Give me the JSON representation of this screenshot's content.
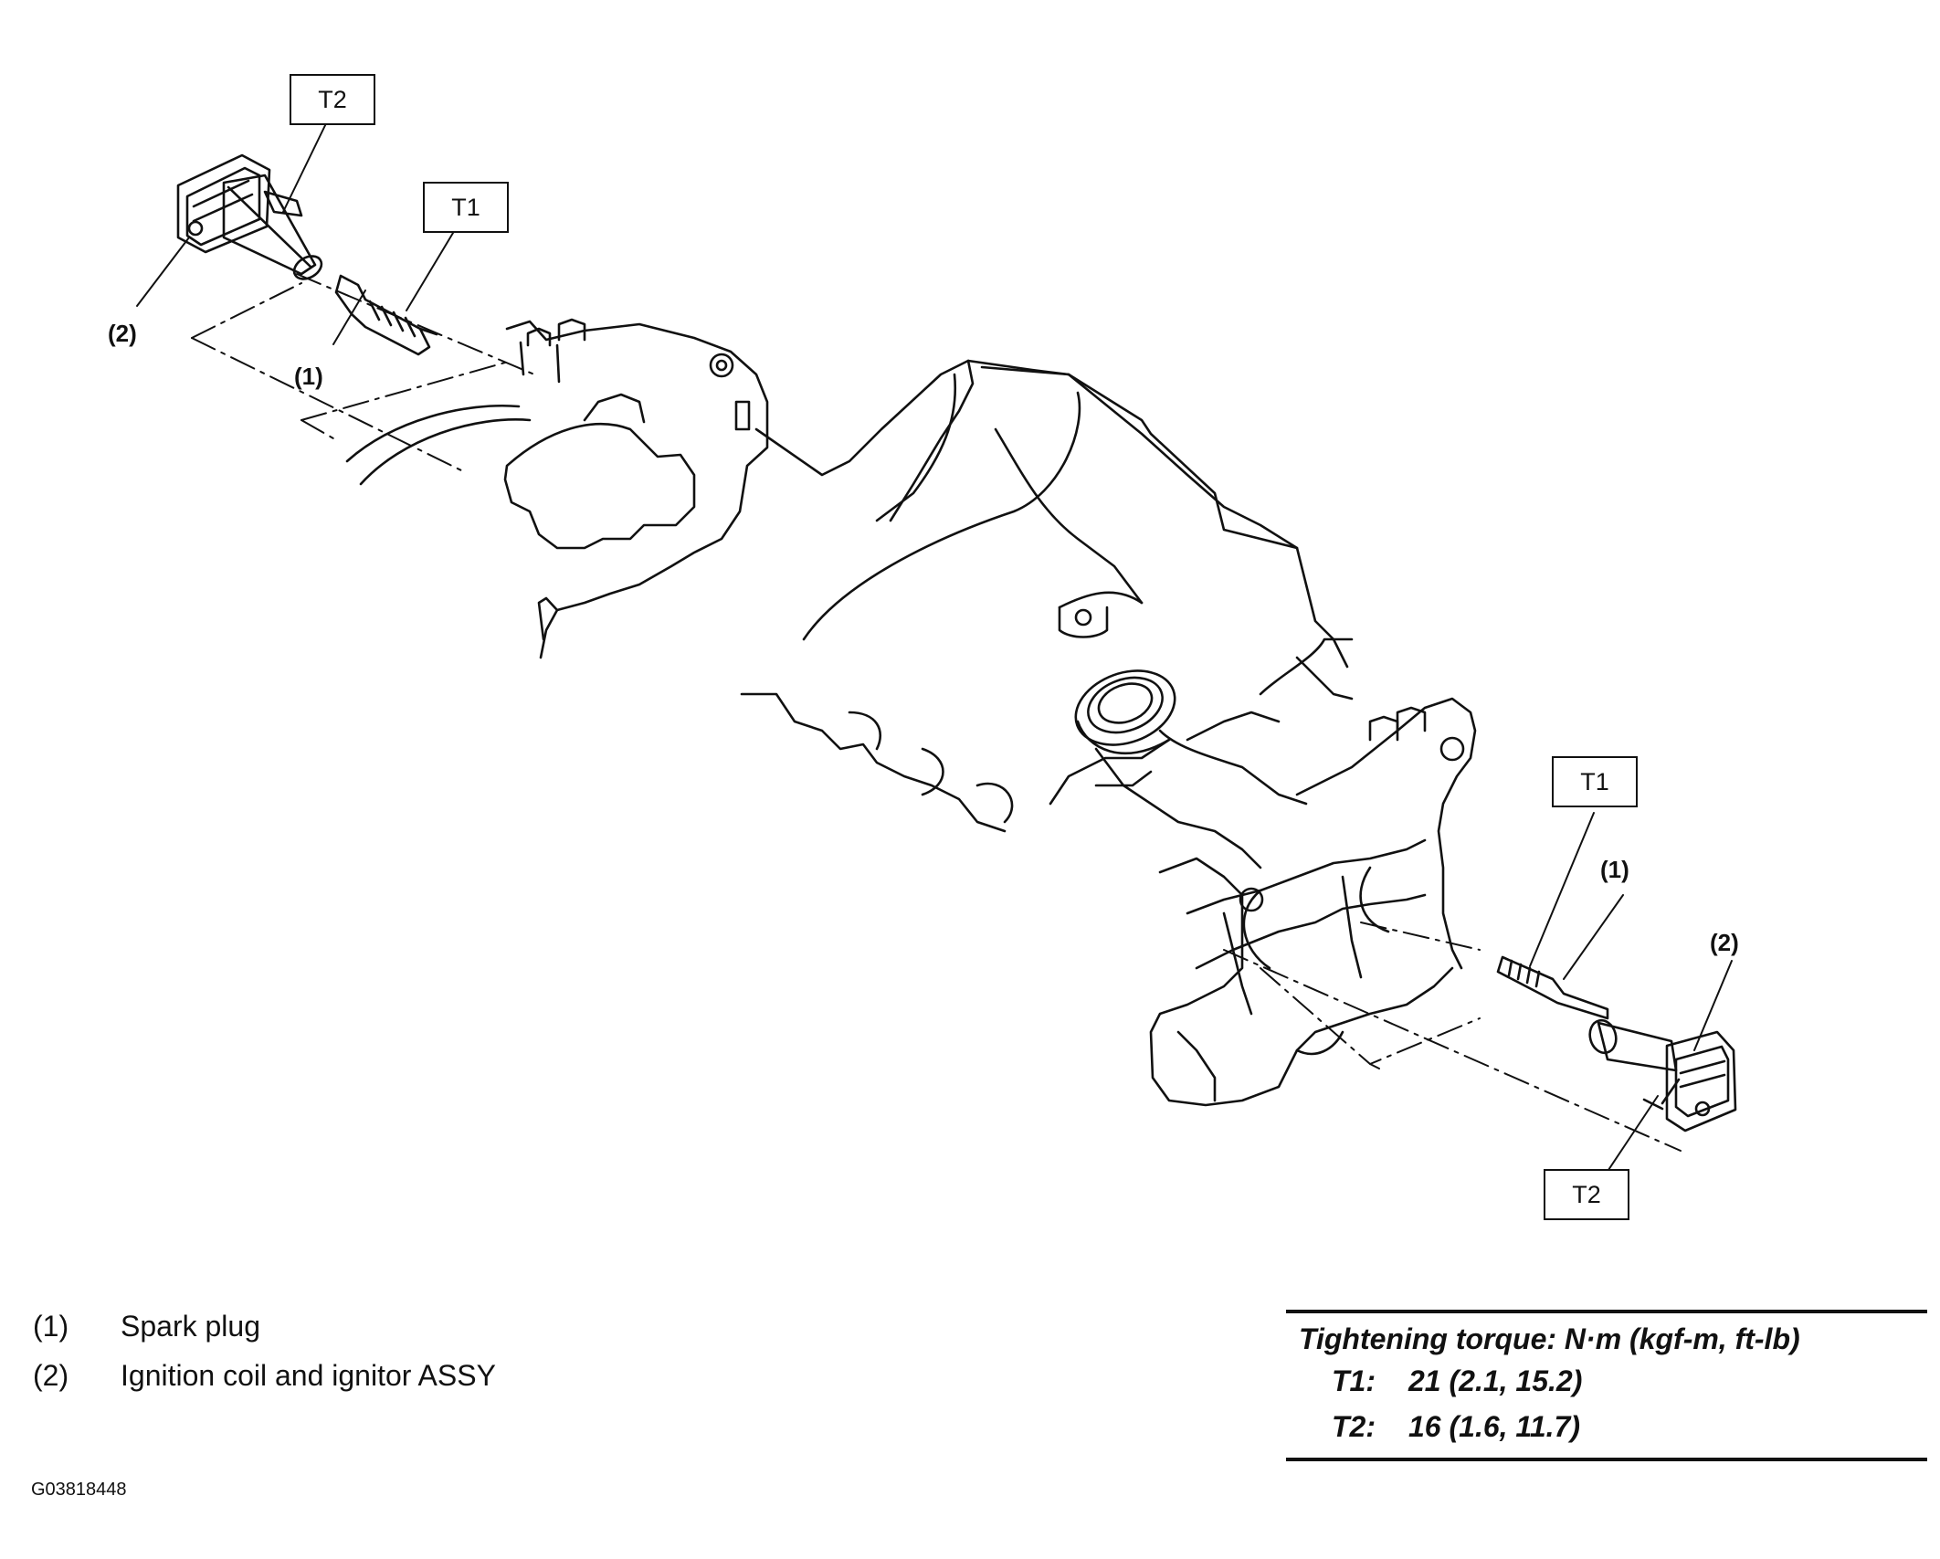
{
  "diagram": {
    "callouts": {
      "left_box_t2": "T2",
      "left_box_t1": "T1",
      "right_box_t1": "T1",
      "right_box_t2": "T2",
      "left_num_2": "(2)",
      "left_num_1": "(1)",
      "right_num_1": "(1)",
      "right_num_2": "(2)"
    },
    "line_color": "#111111"
  },
  "legend": {
    "items": [
      {
        "num": "(1)",
        "label": "Spark plug"
      },
      {
        "num": "(2)",
        "label": "Ignition coil and ignitor ASSY"
      }
    ]
  },
  "torque": {
    "heading": "Tightening torque: N·m (kgf-m, ft-lb)",
    "rows": [
      {
        "key": "T1:",
        "value": "21 (2.1, 15.2)"
      },
      {
        "key": "T2:",
        "value": "16 (1.6, 11.7)"
      }
    ]
  },
  "figure_id": "G03818448"
}
